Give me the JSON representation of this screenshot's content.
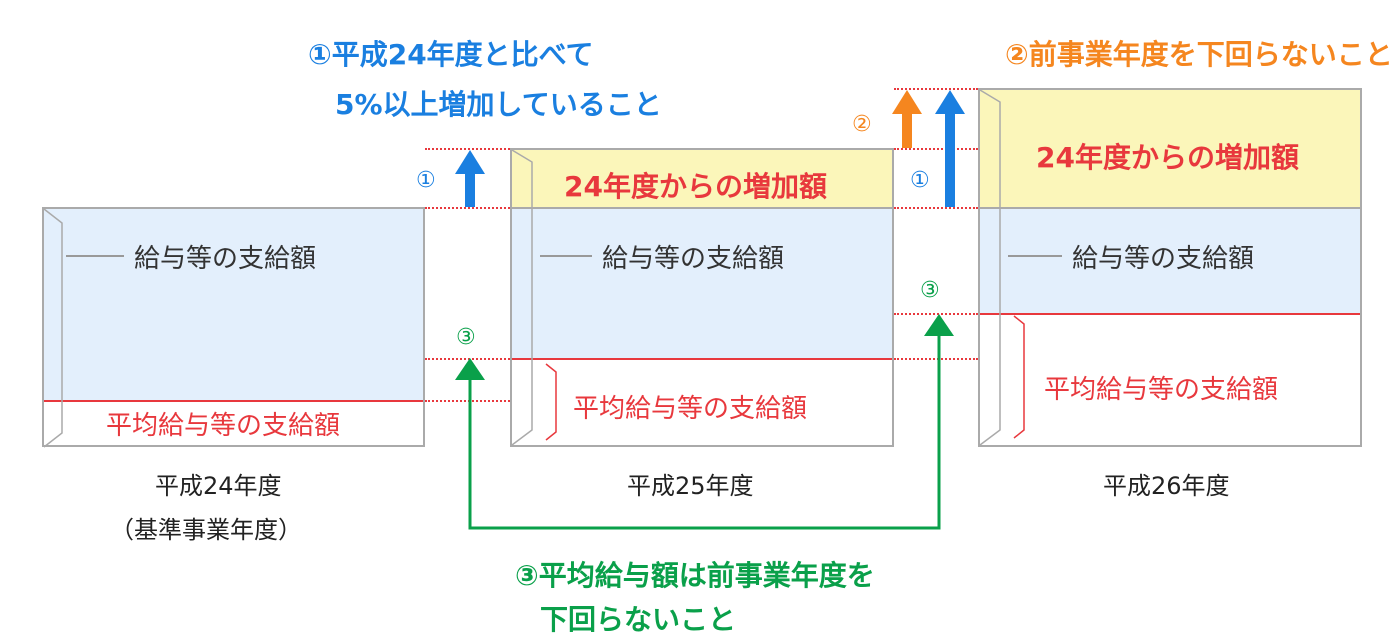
{
  "conditions": {
    "cond1_line1": "①平成24年度と比べて",
    "cond1_line2": "5%以上増加していること",
    "cond2": "②前事業年度を下回らないこと",
    "cond3_line1": "③平均給与額は前事業年度を",
    "cond3_line2": "下回らないこと"
  },
  "markers": {
    "one": "①",
    "two": "②",
    "three": "③"
  },
  "years": {
    "y24": "平成24年度",
    "y24_sub": "（基準事業年度）",
    "y25": "平成25年度",
    "y26": "平成26年度"
  },
  "blocks": {
    "salary_total": "給与等の支給額",
    "avg_salary": "平均給与等の支給額",
    "increase": "24年度からの増加額"
  },
  "colors": {
    "blue": "#1a7fe0",
    "orange": "#f5861f",
    "green": "#0aa04a",
    "red": "#e8383d",
    "light_blue": "#e3effc",
    "light_yellow": "#fbf6ba"
  }
}
